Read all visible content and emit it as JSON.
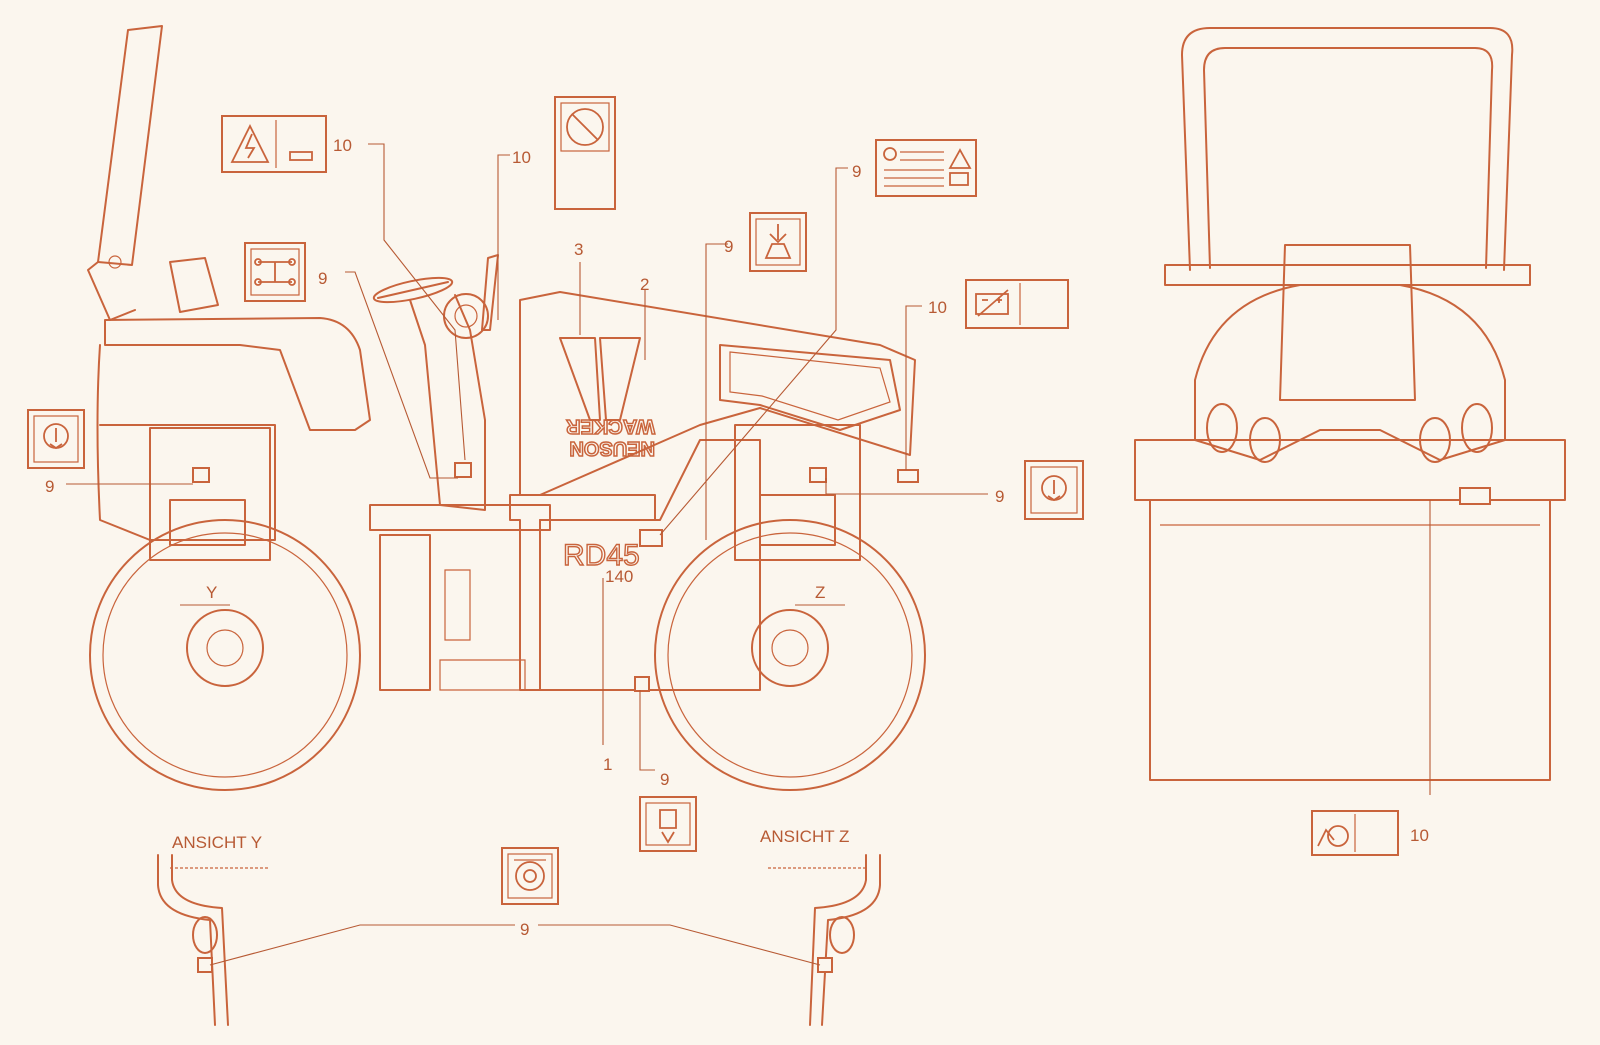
{
  "machine": {
    "brand_line1": "WACKER",
    "brand_line2": "NEUSON",
    "model": "RD45",
    "model_suffix": "140",
    "axle_letter_y": "Y",
    "axle_letter_z": "Z"
  },
  "callouts": [
    {
      "id": "c1",
      "text": "1"
    },
    {
      "id": "c2",
      "text": "2"
    },
    {
      "id": "c3",
      "text": "3"
    },
    {
      "id": "c9a",
      "text": "9"
    },
    {
      "id": "c9b",
      "text": "9"
    },
    {
      "id": "c9c",
      "text": "9"
    },
    {
      "id": "c9d",
      "text": "9"
    },
    {
      "id": "c9e",
      "text": "9"
    },
    {
      "id": "c9f",
      "text": "9"
    },
    {
      "id": "c9g",
      "text": "9"
    },
    {
      "id": "c10a",
      "text": "10"
    },
    {
      "id": "c10b",
      "text": "10"
    },
    {
      "id": "c10c",
      "text": "10"
    },
    {
      "id": "c10d",
      "text": "10"
    }
  ],
  "views": {
    "view_y": "ANSICHT Y",
    "view_z": "ANSICHT Z"
  },
  "decals": [
    {
      "id": "electrical-warning",
      "icon": "electric-shock-warning-icon"
    },
    {
      "id": "no-step",
      "icon": "no-step-icon"
    },
    {
      "id": "safety-text",
      "icon": "warning-triangle-icon"
    },
    {
      "id": "tie-down",
      "icon": "tie-down-icon"
    },
    {
      "id": "lift-point",
      "icon": "lifting-point-icon"
    },
    {
      "id": "battery",
      "icon": "battery-icon"
    },
    {
      "id": "crush-hazard",
      "icon": "crush-hazard-icon"
    },
    {
      "id": "hook-left",
      "icon": "hook-icon"
    },
    {
      "id": "hook-right",
      "icon": "hook-icon"
    },
    {
      "id": "lift-down",
      "icon": "lifting-point-icon"
    },
    {
      "id": "hearing",
      "icon": "hearing-protection-icon"
    },
    {
      "id": "vibration",
      "icon": "vibration-icon"
    }
  ],
  "colors": {
    "line": "#c9643c",
    "label": "#b75a34",
    "background": "#fbf6ee"
  }
}
